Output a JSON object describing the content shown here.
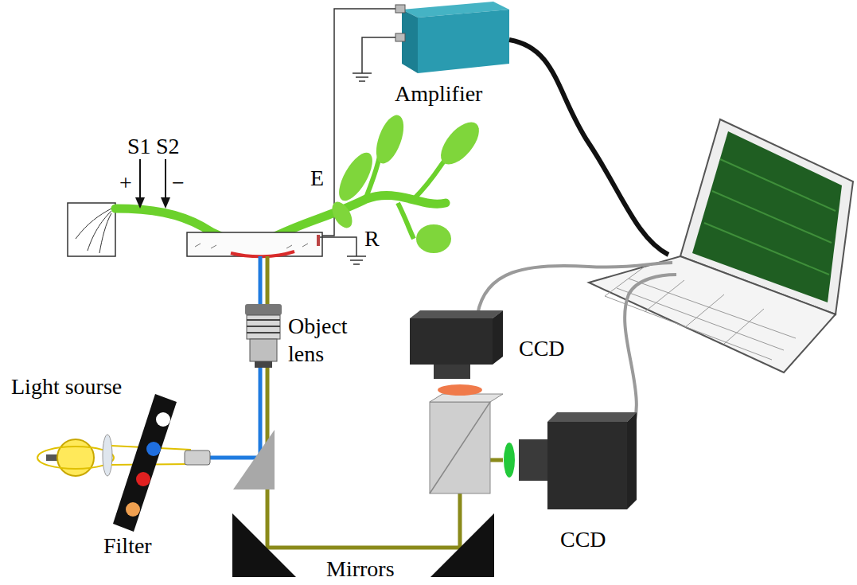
{
  "diagram": {
    "labels": [
      "Amplifier",
      "S1",
      "S2",
      "+",
      "−",
      "E",
      "R",
      "Object lens",
      "Light sourse",
      "Filter",
      "CCD",
      "CCD",
      "Mirrors"
    ]
  }
}
